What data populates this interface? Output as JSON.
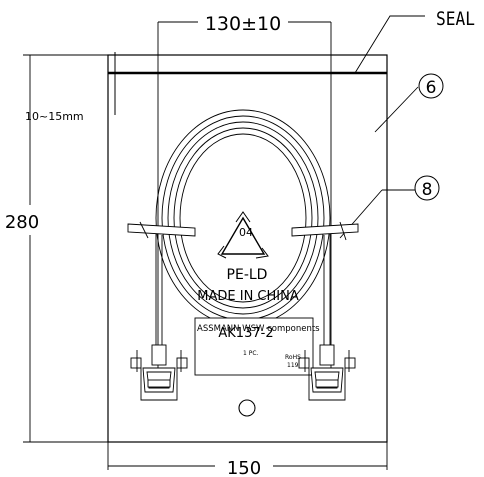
{
  "dimensions": {
    "width_label": "130±10",
    "seal_offset_label": "10~15mm",
    "height_label": "280",
    "bag_width_label": "150"
  },
  "callouts": {
    "seal_label": "SEAL",
    "bag_item_number": "6",
    "tie_item_number": "8"
  },
  "recycle": {
    "code": "04",
    "material": "PE-LD"
  },
  "origin_text": "MADE IN CHINA",
  "product_label": {
    "company": "ASSMANN WSW components",
    "part_number": "AK137-2",
    "quantity": "1 PC.",
    "rohs": "RoHS",
    "rohs_code": "119"
  }
}
